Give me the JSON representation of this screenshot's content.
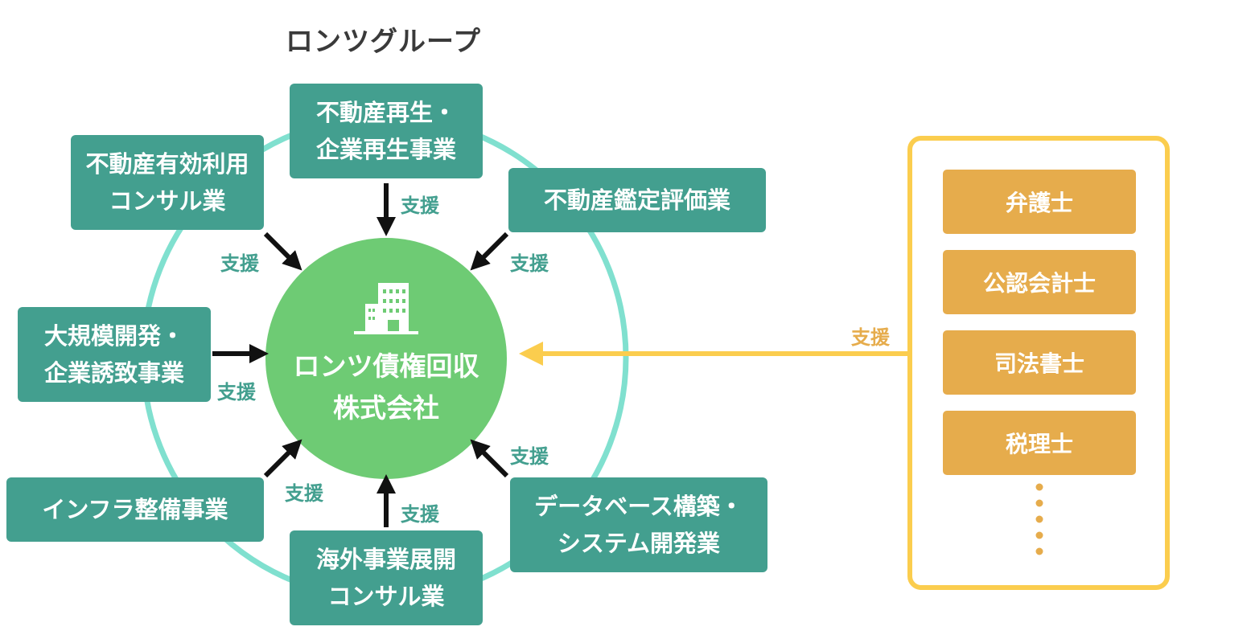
{
  "title": "ロンツグループ",
  "center": {
    "line1": "ロンツ債権回収",
    "line2": "株式会社",
    "icon": "building-icon"
  },
  "group_companies": [
    {
      "key": "top",
      "line1": "不動産再生・",
      "line2": "企業再生事業",
      "label": "支援"
    },
    {
      "key": "top-left",
      "line1": "不動産有効利用",
      "line2": "コンサル業",
      "label": "支援"
    },
    {
      "key": "top-right",
      "line1": "不動産鑑定評価業",
      "line2": "",
      "label": "支援"
    },
    {
      "key": "left",
      "line1": "大規模開発・",
      "line2": "企業誘致事業",
      "label": "支援"
    },
    {
      "key": "bottom-left",
      "line1": "インフラ整備事業",
      "line2": "",
      "label": "支援"
    },
    {
      "key": "bottom",
      "line1": "海外事業展開",
      "line2": "コンサル業",
      "label": "支援"
    },
    {
      "key": "bottom-right",
      "line1": "データベース構築・",
      "line2": "システム開発業",
      "label": "支援"
    }
  ],
  "professionals": {
    "label": "支援",
    "items": [
      "弁護士",
      "公認会計士",
      "司法書士",
      "税理士"
    ]
  },
  "colors": {
    "green_box": "#439f8f",
    "center_circle": "#6ecb74",
    "ring": "#80e0cf",
    "gold_box": "#e6ac4c",
    "gold_border": "#fbcd4e",
    "arrow": "#111111"
  }
}
